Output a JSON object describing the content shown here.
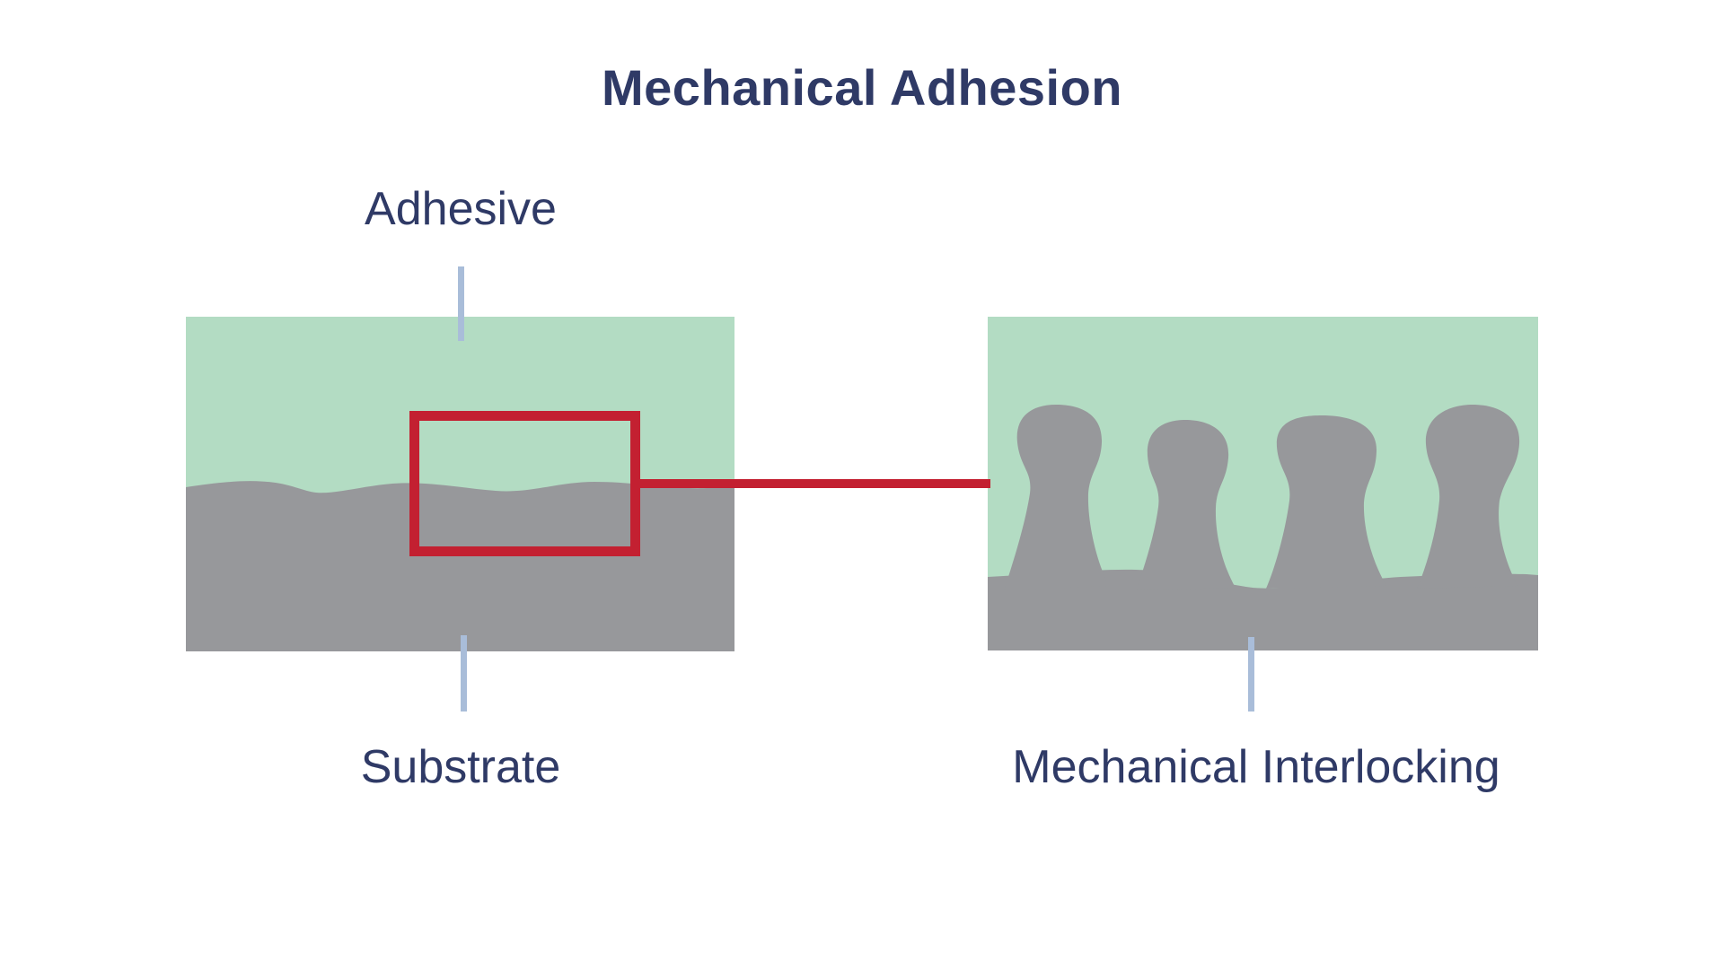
{
  "title": "Mechanical Adhesion",
  "colors": {
    "background": "#ffffff",
    "adhesive_green": "#b3dcc3",
    "substrate_gray": "#97989b",
    "highlight_red": "#c32031",
    "pointer_blue": "#a9bdd9",
    "text_navy": "#2f3a66"
  },
  "left_panel": {
    "label_top": "Adhesive",
    "label_bottom": "Substrate"
  },
  "right_panel": {
    "label_bottom": "Mechanical Interlocking"
  }
}
